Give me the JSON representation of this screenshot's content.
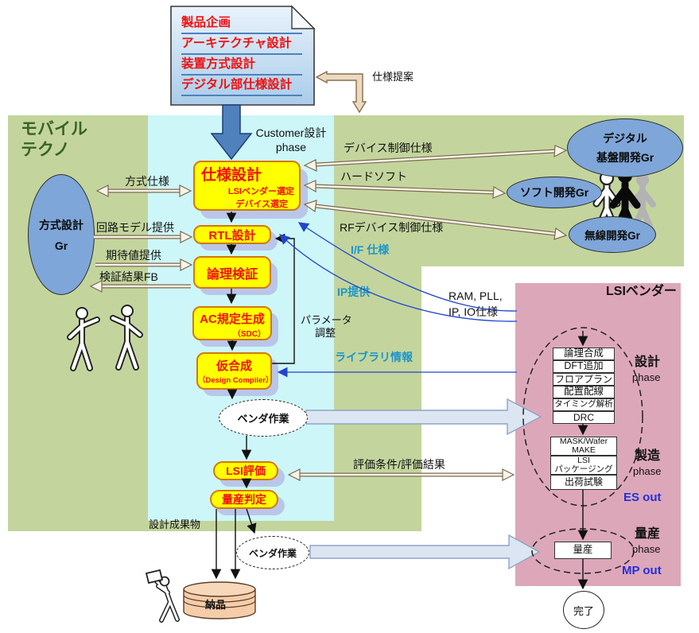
{
  "document": {
    "lines": [
      "製品企画",
      "アーキテクチャ設計",
      "装置方式設計",
      "デジタル部仕様設計"
    ]
  },
  "org": {
    "mobile_line1": "モバイル",
    "mobile_line2": "テクノ",
    "method_gr_line1": "方式設計",
    "method_gr_line2": "Gr",
    "digital_gr_line1": "デジタル",
    "digital_gr_line2": "基盤開発Gr",
    "soft_gr": "ソフト開発Gr",
    "wireless_gr": "無線開発Gr",
    "lsi_vendor": "LSIベンダー"
  },
  "flow": {
    "spec_design": "仕様設計",
    "spec_sub1": "LSIベンダー選定",
    "spec_sub2": "デバイス選定",
    "rtl": "RTL設計",
    "logic_verify": "論理検証",
    "ac_gen": "AC規定生成",
    "ac_sub": "（SDC）",
    "pre_synth": "仮合成",
    "pre_synth_sub": "（Design Compiler）",
    "vendor_work": "ベンダ作業",
    "lsi_eval": "LSI評価",
    "mp_judge": "量産判定",
    "delivery": "納品"
  },
  "vendor": {
    "steps_design": [
      "論理合成",
      "DFT追加",
      "フロアプラン",
      "配置配線",
      "タイミング解析",
      "DRC"
    ],
    "mask_line1": "MASK/Wafer",
    "mask_line2": "MAKE",
    "pkg_line1": "LSI",
    "pkg_line2": "パッケージング",
    "ship": "出荷試験",
    "mass_prod": "量産",
    "done": "完了",
    "phase_design": "設計",
    "phase_mfg": "製造",
    "phase_mp": "量産",
    "phase_word": "phase",
    "es_out": "ES out",
    "mp_out": "MP out"
  },
  "labels": {
    "spec_proposal": "仕様提案",
    "customer_line1": "Customer設計",
    "customer_line2": "phase",
    "device_ctrl": "デバイス制御仕様",
    "hard_soft": "ハードソフト",
    "rf_device": "RFデバイス制御仕様",
    "if_spec": "I/F 仕様",
    "ip_provide": "IP提供",
    "ram_pll_line1": "RAM, PLL,",
    "ram_pll_line2": "IP, IO仕様",
    "library_info": "ライブラリ情報",
    "param_line1": "パラメータ",
    "param_line2": "調整",
    "eval_result": "評価条件/評価結果",
    "design_artifacts": "設計成果物",
    "method_spec": "方式仕様",
    "circuit_model": "回路モデル提供",
    "expected_value": "期待値提供",
    "verify_fb": "検証結果FB"
  },
  "colors": {
    "green_bg": "#c3d59d",
    "cyan_bg": "#cdf6f8",
    "pink_bg": "#dda7ba",
    "box_yellow": "#ffff00",
    "box_border": "#d4770f",
    "red_text": "#ee1111",
    "teal_label": "#1e96c8",
    "blue_label": "#2230d8",
    "org_blue": "#7ea6d8"
  }
}
